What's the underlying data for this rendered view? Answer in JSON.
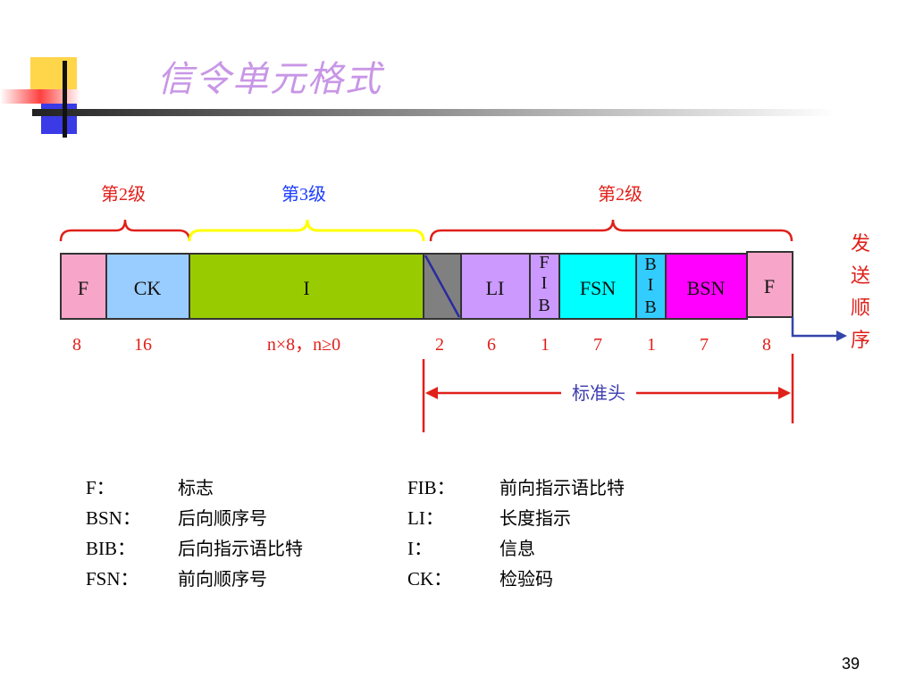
{
  "title": "信令单元格式",
  "levels": {
    "left": "第2级",
    "middle": "第3级",
    "right": "第2级"
  },
  "fields": {
    "f_left": "F",
    "ck": "CK",
    "i": "I",
    "li": "LI",
    "fib": [
      "F",
      "I",
      "B"
    ],
    "fsn": "FSN",
    "bib": [
      "B",
      "I",
      "B"
    ],
    "bsn": "BSN",
    "f_right": "F"
  },
  "bit_lengths": {
    "f_left": "8",
    "ck": "16",
    "i": "n×8，n≥0",
    "spare": "2",
    "li": "6",
    "fib": "1",
    "fsn": "7",
    "bib": "1",
    "bsn": "7",
    "f_right": "8"
  },
  "header_label": "标准头",
  "send_order": [
    "发",
    "送",
    "顺",
    "序"
  ],
  "legend": {
    "left": [
      {
        "key": "F：",
        "value": "标志"
      },
      {
        "key": "BSN：",
        "value": "后向顺序号"
      },
      {
        "key": "BIB：",
        "value": "后向指示语比特"
      },
      {
        "key": "FSN：",
        "value": "前向顺序号"
      }
    ],
    "right": [
      {
        "key": "FIB：",
        "value": "前向指示语比特"
      },
      {
        "key": "LI：",
        "value": "长度指示"
      },
      {
        "key": "I：",
        "value": "信息"
      },
      {
        "key": "CK：",
        "value": "检验码"
      }
    ]
  },
  "page_number": "39",
  "colors": {
    "flag": "#f7a6c9",
    "ck": "#99ccff",
    "info": "#99cc00",
    "spare": "#808080",
    "li": "#cc99ff",
    "fib": "#cc99ff",
    "fsn": "#00ffff",
    "bib": "#33ccff",
    "bsn": "#ff00ff",
    "brace_level2": "#e0201a",
    "brace_level3": "#ffff00",
    "arrow": "#3344aa"
  }
}
